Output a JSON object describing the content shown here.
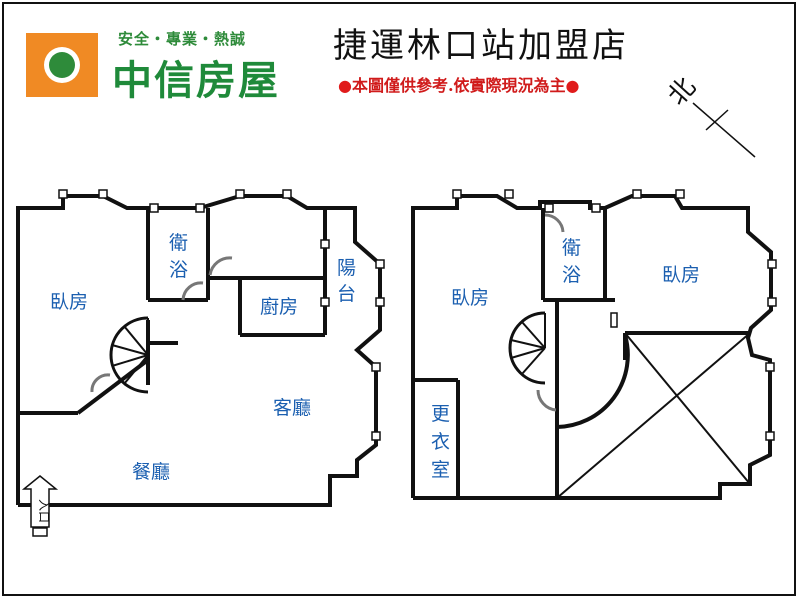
{
  "header": {
    "slogan": "安全・專業・熱誠",
    "brand_name": "中信房屋",
    "store_name": "捷運林口站加盟店",
    "disclaimer": "本圖僅供參考.依實際現況為主"
  },
  "compass": {
    "north_label": "北"
  },
  "floor_left": {
    "rooms": {
      "bedroom": "臥房",
      "bath_top": "衛",
      "bath_bottom": "浴",
      "balcony_top": "陽",
      "balcony_bottom": "台",
      "kitchen": "廚房",
      "living": "客廳",
      "dining": "餐廳"
    },
    "entrance_label": "入口"
  },
  "floor_right": {
    "rooms": {
      "bedroom_left": "臥房",
      "bath_top": "衛",
      "bath_bottom": "浴",
      "bedroom_right": "臥房",
      "closet_1": "更",
      "closet_2": "衣",
      "closet_3": "室"
    }
  },
  "colors": {
    "brand_orange": "#f08a24",
    "brand_green": "#1f8a3a",
    "disclaimer_red": "#d01b1b",
    "room_label_blue": "#1b5fb0"
  }
}
